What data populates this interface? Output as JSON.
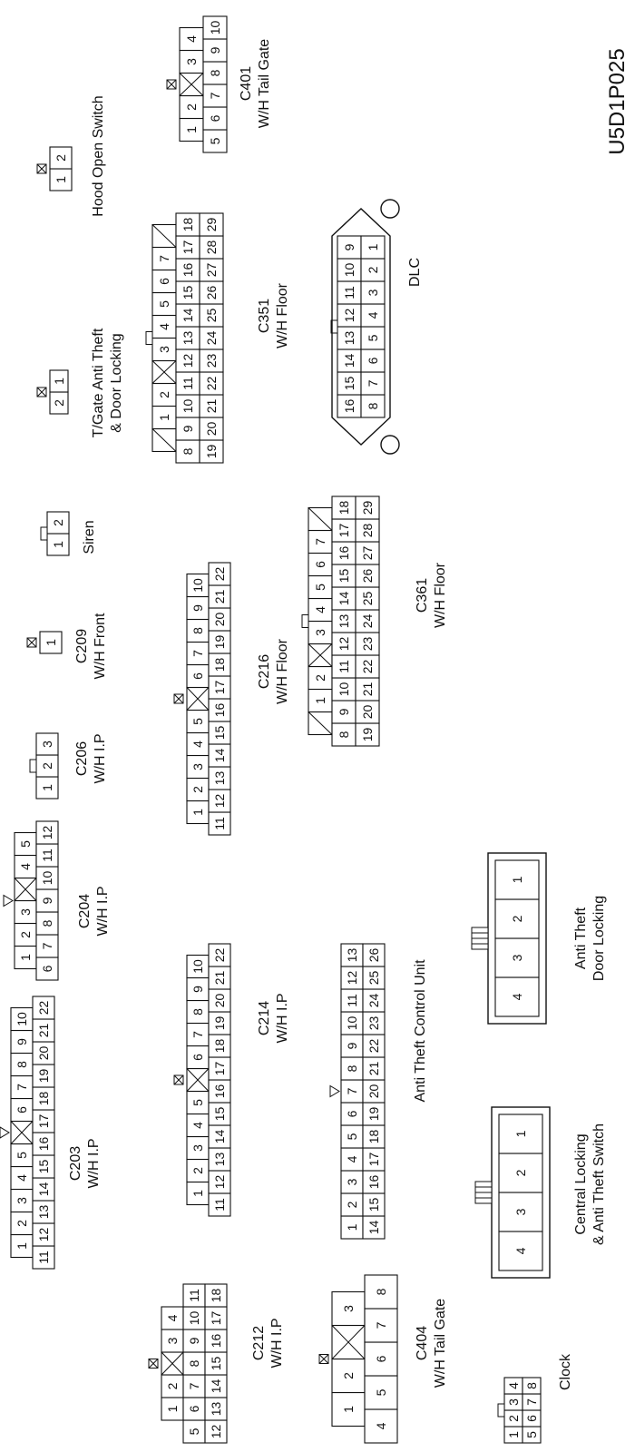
{
  "document_id": "U5D1P025",
  "connectors": [
    {
      "id": "c203",
      "label": [
        "C203",
        "W/H I.P"
      ],
      "key": "triangle",
      "rows": [
        [
          "1",
          "2",
          "3",
          "4",
          "5",
          "X",
          "6",
          "7",
          "8",
          "9",
          "10"
        ],
        [
          "11",
          "12",
          "13",
          "14",
          "15",
          "16",
          "17",
          "18",
          "19",
          "20",
          "21",
          "22"
        ]
      ]
    },
    {
      "id": "c204",
      "label": [
        "C204",
        "W/H I.P"
      ],
      "key": "triangle",
      "rows": [
        [
          "1",
          "2",
          "3",
          "X",
          "4",
          "5"
        ],
        [
          "6",
          "7",
          "8",
          "9",
          "10",
          "11",
          "12"
        ]
      ]
    },
    {
      "id": "c206",
      "label": [
        "C206",
        "W/H I.P"
      ],
      "key": "tab",
      "rows": [
        [
          "1",
          "2",
          "3"
        ]
      ]
    },
    {
      "id": "c209",
      "label": [
        "C209",
        "W/H Front"
      ],
      "key": "lock",
      "rows": [
        [
          "1"
        ]
      ]
    },
    {
      "id": "siren",
      "label": [
        "Siren"
      ],
      "key": "tab",
      "rows": [
        [
          "1",
          "2"
        ]
      ]
    },
    {
      "id": "tgate",
      "label": [
        "T/Gate Anti Theft",
        "& Door Locking"
      ],
      "key": "lock",
      "rows": [
        [
          "2",
          "1"
        ]
      ]
    },
    {
      "id": "hood",
      "label": [
        "Hood Open Switch"
      ],
      "key": "lock",
      "rows": [
        [
          "1",
          "2"
        ]
      ]
    },
    {
      "id": "c401",
      "label": [
        "C401",
        "W/H Tail Gate"
      ],
      "key": "lock",
      "rows": [
        [
          "1",
          "2",
          "X",
          "3",
          "4"
        ],
        [
          "5",
          "6",
          "7",
          "8",
          "9",
          "10"
        ]
      ]
    },
    {
      "id": "c212",
      "label": [
        "C212",
        "W/H I.P"
      ],
      "key": "lock",
      "rows": [
        [
          "1",
          "2",
          "X",
          "3",
          "4"
        ],
        [
          "5",
          "6",
          "7",
          "8",
          "9",
          "10",
          "11"
        ],
        [
          "12",
          "13",
          "14",
          "15",
          "16",
          "17",
          "18"
        ]
      ]
    },
    {
      "id": "c214",
      "label": [
        "C214",
        "W/H I.P"
      ],
      "key": "lock",
      "rows": [
        [
          "1",
          "2",
          "3",
          "4",
          "5",
          "X",
          "6",
          "7",
          "8",
          "9",
          "10"
        ],
        [
          "11",
          "12",
          "13",
          "14",
          "15",
          "16",
          "17",
          "18",
          "19",
          "20",
          "21",
          "22"
        ]
      ]
    },
    {
      "id": "c216",
      "label": [
        "C216",
        "W/H Floor"
      ],
      "key": "lock",
      "rows": [
        [
          "1",
          "2",
          "3",
          "4",
          "5",
          "X",
          "6",
          "7",
          "8",
          "9",
          "10"
        ],
        [
          "11",
          "12",
          "13",
          "14",
          "15",
          "16",
          "17",
          "18",
          "19",
          "20",
          "21",
          "22"
        ]
      ]
    },
    {
      "id": "c351",
      "label": [
        "C351",
        "W/H Floor"
      ],
      "key": "tab",
      "rows": [
        [
          "/",
          "1",
          "2",
          "X",
          "3",
          "4",
          "5",
          "6",
          "7",
          "/"
        ],
        [
          "8",
          "9",
          "10",
          "11",
          "12",
          "13",
          "14",
          "15",
          "16",
          "17",
          "18"
        ],
        [
          "19",
          "20",
          "21",
          "22",
          "23",
          "24",
          "25",
          "26",
          "27",
          "28",
          "29"
        ]
      ]
    },
    {
      "id": "c361",
      "label": [
        "C361",
        "W/H Floor"
      ],
      "key": "tab",
      "rows": [
        [
          "/",
          "1",
          "2",
          "X",
          "3",
          "4",
          "5",
          "6",
          "7",
          "/"
        ],
        [
          "8",
          "9",
          "10",
          "11",
          "12",
          "13",
          "14",
          "15",
          "16",
          "17",
          "18"
        ],
        [
          "19",
          "20",
          "21",
          "22",
          "23",
          "24",
          "25",
          "26",
          "27",
          "28",
          "29"
        ]
      ]
    },
    {
      "id": "dlc",
      "label": [
        "DLC"
      ],
      "key": "tab",
      "rows": [
        [
          "16",
          "15",
          "14",
          "13",
          "12",
          "11",
          "10",
          "9"
        ],
        [
          "8",
          "7",
          "6",
          "5",
          "4",
          "3",
          "2",
          "1"
        ]
      ]
    },
    {
      "id": "atcu",
      "label": [
        "Anti Theft Control Unit"
      ],
      "key": "triangle",
      "rows": [
        [
          "1",
          "2",
          "3",
          "4",
          "5",
          "6",
          "7",
          "8",
          "9",
          "10",
          "11",
          "12",
          "13"
        ],
        [
          "14",
          "15",
          "16",
          "17",
          "18",
          "19",
          "20",
          "21",
          "22",
          "23",
          "24",
          "25",
          "26"
        ]
      ]
    },
    {
      "id": "c404",
      "label": [
        "C404",
        "W/H Tail Gate"
      ],
      "key": "lock",
      "rows": [
        [
          "1",
          "2",
          "X",
          "3"
        ],
        [
          "4",
          "5",
          "6",
          "7",
          "8"
        ]
      ]
    },
    {
      "id": "clock",
      "label": [
        "Clock"
      ],
      "key": "tab",
      "rows": [
        [
          "1",
          "2",
          "3",
          "4"
        ],
        [
          "5",
          "6",
          "7",
          "8"
        ]
      ]
    },
    {
      "id": "cl",
      "label": [
        "Central Locking",
        "& Anti Theft Switch"
      ],
      "key": "latch",
      "rows": [
        [
          "4",
          "3",
          "2",
          "1"
        ]
      ]
    },
    {
      "id": "atdl",
      "label": [
        "Anti Theft",
        "Door Locking"
      ],
      "key": "latch",
      "rows": [
        [
          "4",
          "3",
          "2",
          "1"
        ]
      ]
    }
  ]
}
